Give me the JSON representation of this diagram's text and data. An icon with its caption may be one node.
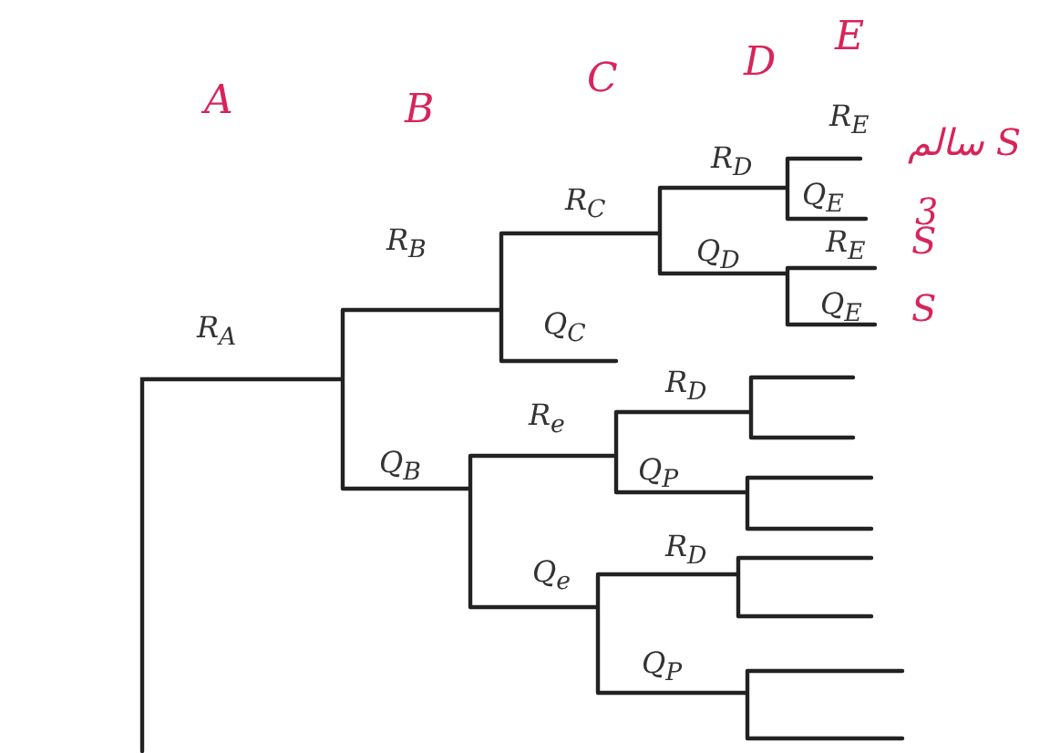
{
  "diagram": {
    "labels": [
      "E",
      "D",
      "C",
      "A",
      "B",
      "R$_{E}$",
      "R$_{D}$",
      "سالم S",
      "R$_{C}$",
      "Q$_{E}$",
      "3",
      "R$_{B}$",
      "R$_{E}$",
      "S",
      "Q$_{D}$",
      "Q$_{E}$",
      "S",
      "R$_{A}$",
      "Q$_{C}$",
      "R$_{D}$",
      "R$_{e}$",
      "Q$_{B}$",
      "Q$_{P}$",
      "R$_{D}$",
      "Q$_{e}$",
      "Q$_{P}$"
    ]
  }
}
